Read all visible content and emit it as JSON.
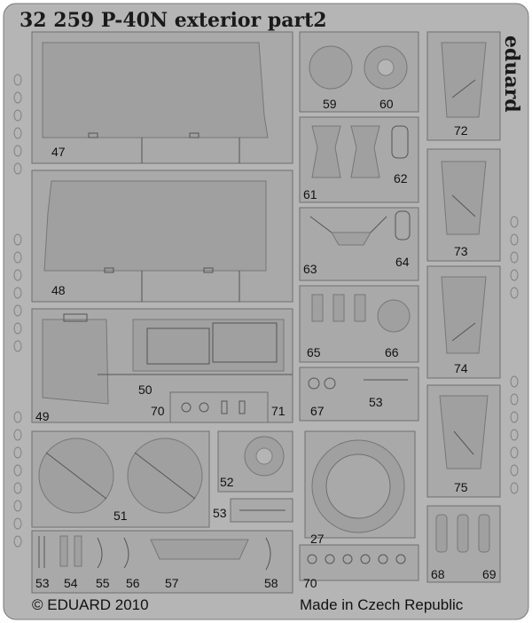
{
  "header": {
    "title": "32 259  P-40N exterior    part2",
    "brand": "eduard"
  },
  "footer": {
    "copyright": "© EDUARD 2010",
    "origin": "Made in Czech Republic"
  },
  "part_numbers": {
    "p47": "47",
    "p48": "48",
    "p49": "49",
    "p50": "50",
    "p51": "51",
    "p52": "52",
    "p53a": "53",
    "p53b": "53",
    "p53c": "53",
    "p54": "54",
    "p55": "55",
    "p56": "56",
    "p57": "57",
    "p58": "58",
    "p59": "59",
    "p60": "60",
    "p61": "61",
    "p62": "62",
    "p63": "63",
    "p64": "64",
    "p65": "65",
    "p66": "66",
    "p67": "67",
    "p68": "68",
    "p69": "69",
    "p70a": "70",
    "p70b": "70",
    "p71": "71",
    "p72": "72",
    "p73": "73",
    "p74": "74",
    "p75": "75",
    "p27": "27"
  },
  "colors": {
    "fret_background": "#b5b5b5",
    "part_fill": "#a9a9a9",
    "edge": "#6f6f6f",
    "text": "#111111"
  }
}
